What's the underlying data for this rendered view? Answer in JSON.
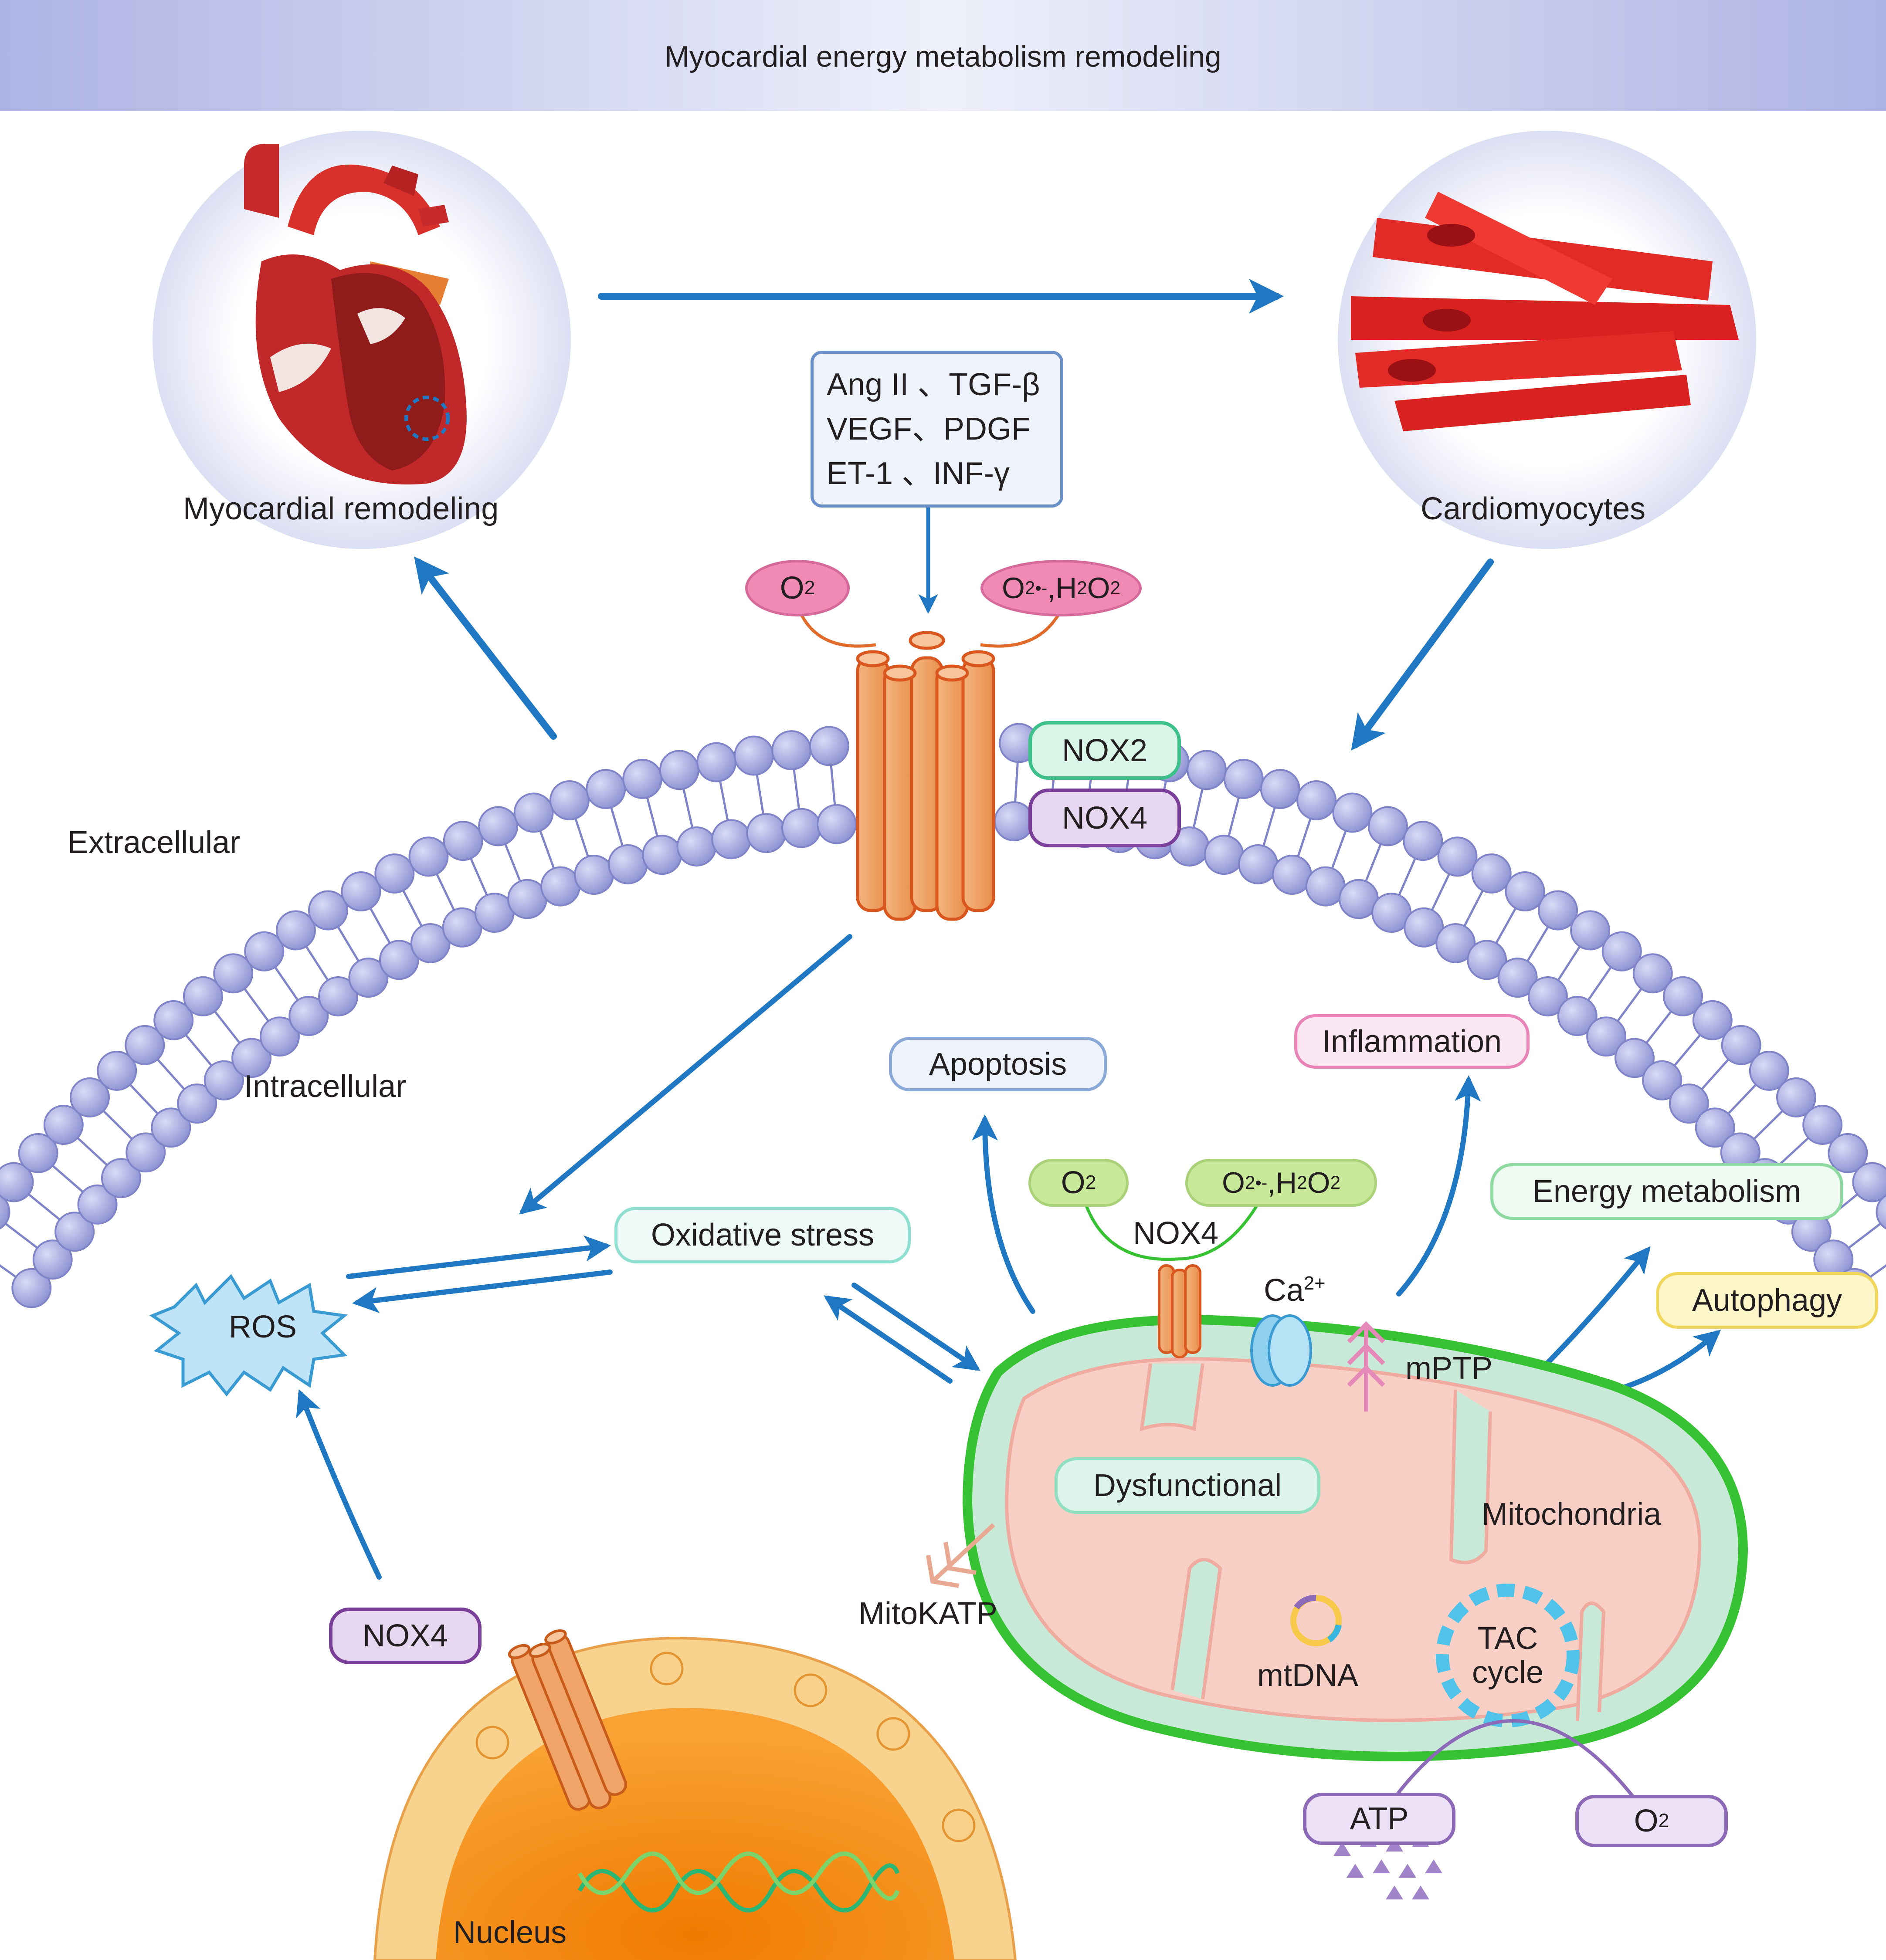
{
  "banner": {
    "title": "Myocardial energy metabolism remodeling"
  },
  "panels": {
    "heart_label": "Myocardial remodeling",
    "cells_label": "Cardiomyocytes"
  },
  "stimuli": [
    "Ang II 、TGF-β",
    "VEGF、PDGF",
    "ET-1  、INF-γ"
  ],
  "membrane": {
    "o2": "O",
    "o2_sub": "2",
    "ros_out": {
      "a": "O",
      "a_sub": "2",
      "a_sup": "•-",
      "b": ",H",
      "b_sub": "2",
      "c": "O",
      "c_sub": "2"
    },
    "nox2": "NOX2",
    "nox4": "NOX4",
    "extracellular": "Extracellular",
    "intracellular": "Intracellular"
  },
  "cytoplasm": {
    "ros": "ROS",
    "oxidative_stress": "Oxidative stress",
    "nox4_nuclear": "NOX4",
    "nucleus": "Nucleus"
  },
  "outcomes": {
    "apoptosis": "Apoptosis",
    "inflammation": "Inflammation",
    "energy_metabolism": "Energy metabolism",
    "autophagy": "Autophagy"
  },
  "mitochondria": {
    "o2": "O",
    "o2_sub": "2",
    "ros_out": {
      "a": "O",
      "a_sub": "2",
      "a_sup": "•-",
      "b": ",H",
      "b_sub": "2",
      "c": "O",
      "c_sub": "2"
    },
    "nox4": "NOX4",
    "ca": "Ca",
    "ca_sup": "2+",
    "mptp": "mPTP",
    "dysfunctional": "Dysfunctional",
    "label": "Mitochondria",
    "mitokatp": "MitoKATP",
    "mtdna": "mtDNA",
    "tac_line1": "TAC",
    "tac_line2": "cycle",
    "atp": "ATP",
    "o2_bottom": "O",
    "o2_bottom_sub": "2"
  },
  "colors": {
    "arrow": "#1f78c1",
    "banner": "#b7bde6",
    "membrane_bead": "#a8abe0",
    "channel": "#f0a468",
    "mito_outer": "#3cc23a",
    "mito_inner": "#f8cfc4",
    "nucleus": "#f79a1e",
    "nox2_border": "#3ec08a",
    "nox4_border": "#7a3f98"
  }
}
